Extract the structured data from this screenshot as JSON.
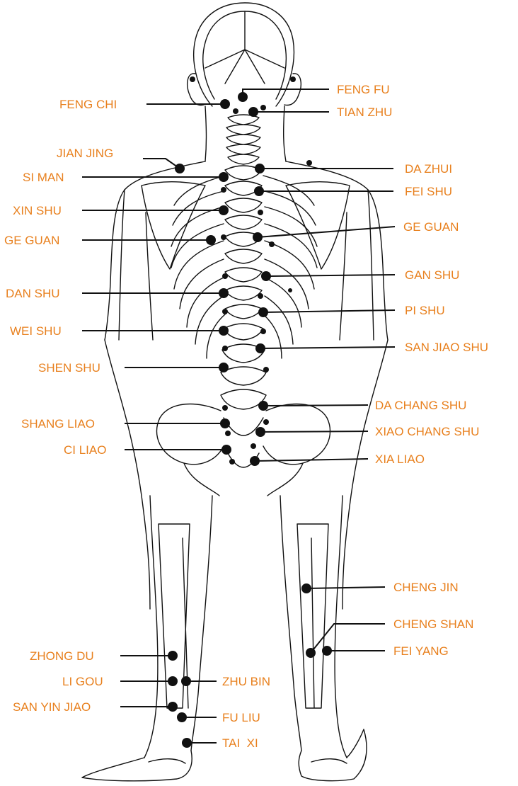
{
  "colors": {
    "label": "#E8801E",
    "point": "#111111",
    "outline": "#111111",
    "background": "#FFFFFF"
  },
  "labels": {
    "feng_fu": "FENG FU",
    "feng_chi": "FENG CHI",
    "tian_zhu": "TIAN ZHU",
    "jian_jing": "JIAN JING",
    "da_zhui": "DA ZHUI",
    "si_man": "SI MAN",
    "fei_shu": "FEI SHU",
    "xin_shu": "XIN SHU",
    "ge_guan_right": "GE GUAN",
    "ge_guan_left": "GE GUAN",
    "gan_shu": "GAN SHU",
    "dan_shu": "DAN SHU",
    "pi_shu": "PI SHU",
    "wei_shu": "WEI SHU",
    "san_jiao_shu": "SAN JIAO SHU",
    "shen_shu": "SHEN SHU",
    "da_chang_shu": "DA CHANG SHU",
    "shang_liao": "SHANG LIAO",
    "xiao_chang_shu": "XIAO CHANG SHU",
    "ci_liao": "CI LIAO",
    "xia_liao": "XIA LIAO",
    "cheng_jin": "CHENG JIN",
    "cheng_shan": "CHENG SHAN",
    "fei_yang": "FEI YANG",
    "zhong_du": "ZHONG DU",
    "li_gou": "LI GOU",
    "zhu_bin": "ZHU BIN",
    "san_yin_jiao": "SAN YIN JIAO",
    "fu_liu": "FU LIU",
    "tai_xi": "TAI  XI"
  }
}
